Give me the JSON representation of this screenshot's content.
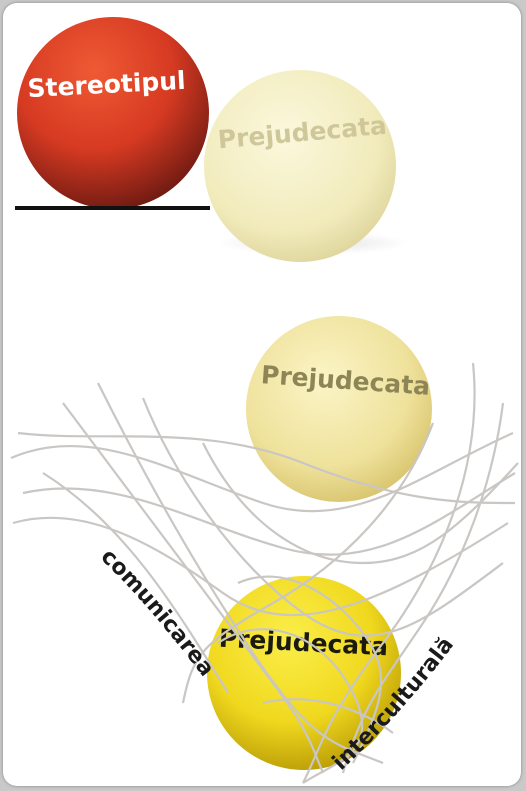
{
  "colors": {
    "card_background": "#ffffff",
    "stereotype_ball": "#d93a22",
    "prejudice_pale": "#f0eab8",
    "prejudice_mid": "#eee2a0",
    "prejudice_bright": "#f2dc22",
    "net_line": "#c9c6c3",
    "ground_line": "#111111"
  },
  "stage_1": {
    "stereotype_label": "Stereotipul",
    "prejudice_label": "Prejudecata"
  },
  "stage_2": {
    "prejudice_label": "Prejudecata"
  },
  "stage_3": {
    "prejudice_label": "Prejudecata",
    "net_left_label": "comunicarea",
    "net_right_label": "interculturală"
  }
}
